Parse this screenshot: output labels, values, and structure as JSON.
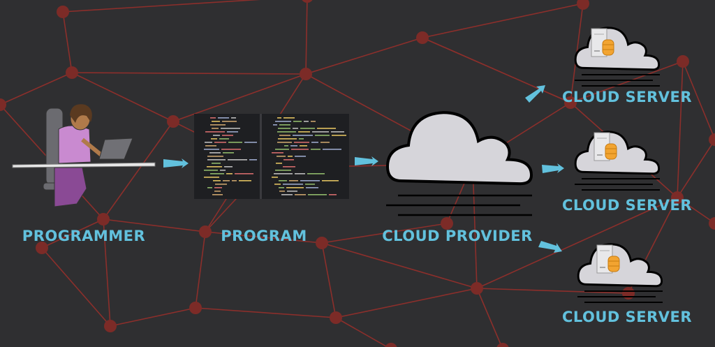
{
  "colors": {
    "background": "#2f2f31",
    "network": "#8c2f2b",
    "label": "#62c1dd",
    "arrow": "#62c1dd",
    "cloud": "#d6d5da"
  },
  "labels": {
    "programmer": "PROGRAMMER",
    "program": "PROGRAM",
    "cloud_provider": "CLOUD PROVIDER",
    "cloud_servers": [
      "CLOUD SERVER",
      "CLOUD SERVER",
      "CLOUD SERVER"
    ]
  }
}
